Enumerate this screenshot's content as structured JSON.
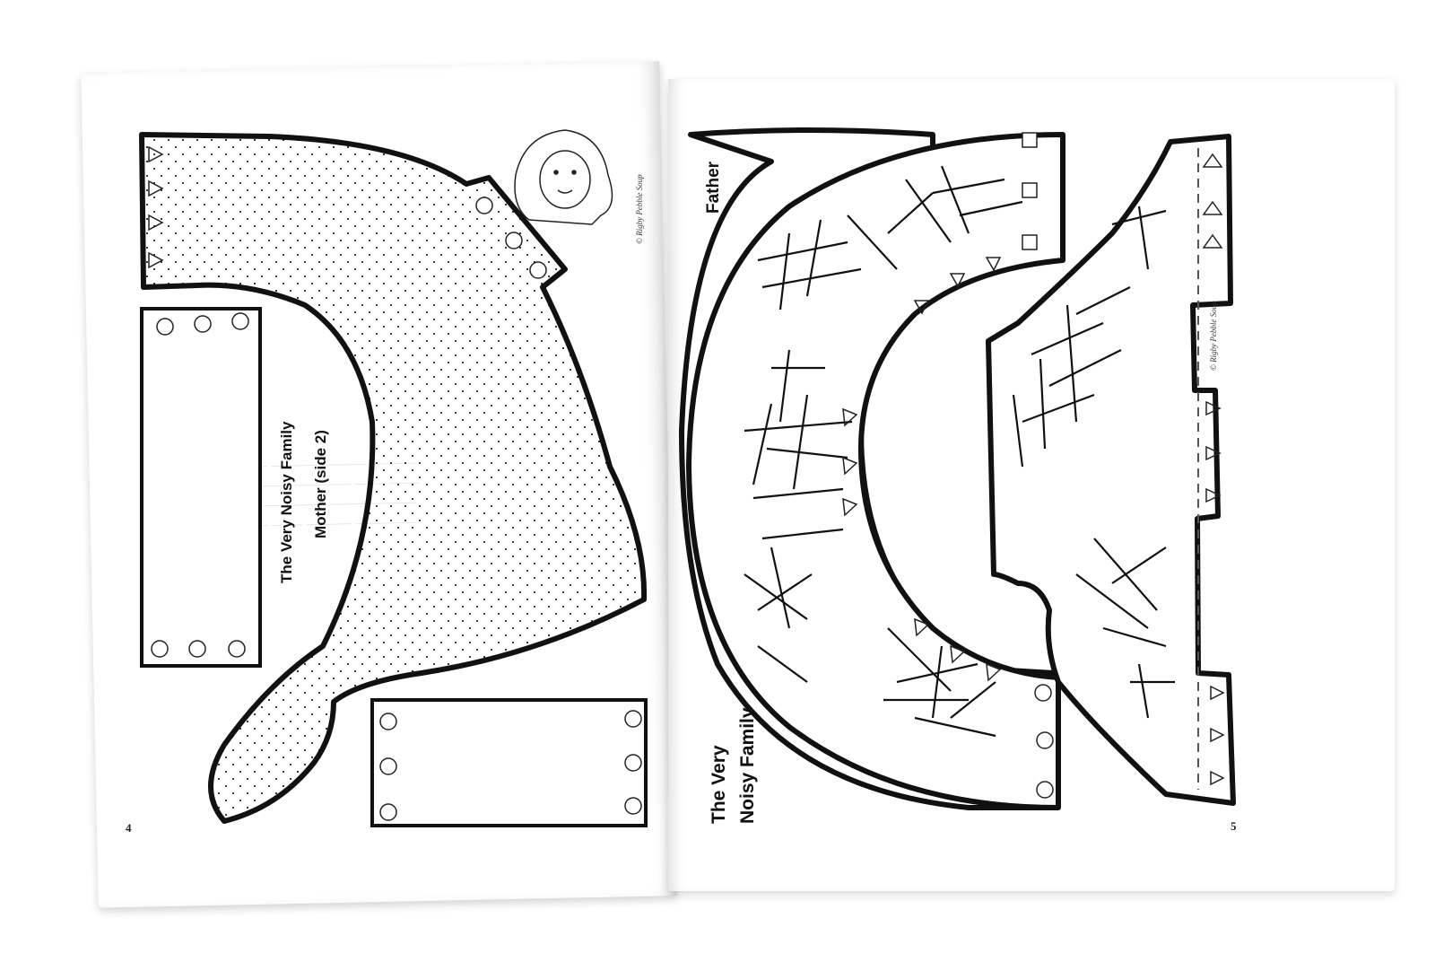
{
  "left_page": {
    "title": "The Very Noisy Family",
    "subtitle": "Mother  (side 2)",
    "credit": "© Rigby Pebble Soup",
    "page_number": "4"
  },
  "right_page": {
    "label": "Father",
    "title_line1": "The Very",
    "title_line2": "Noisy Family",
    "credit": "© Rigby Pebble Soup",
    "page_number": "5"
  },
  "colors": {
    "outline": "#111111",
    "paper": "#ffffff",
    "ghost": "#cfd3e0"
  }
}
